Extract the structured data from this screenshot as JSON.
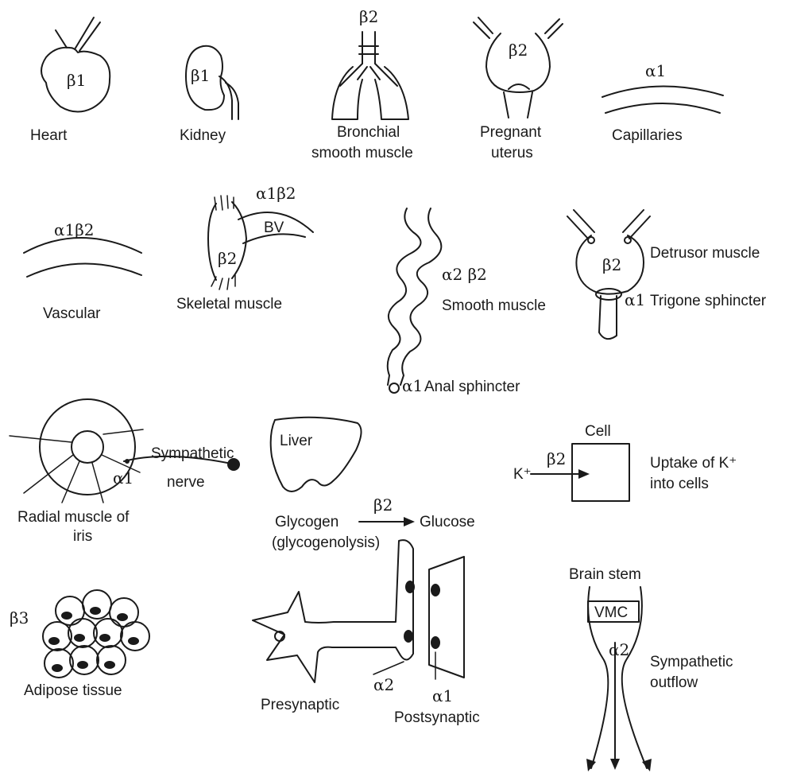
{
  "receptors": {
    "heart": "β1",
    "kidney": "β1",
    "bronchial": "β2",
    "uterus": "β2",
    "capillaries": "α1",
    "vascular": "α1β2",
    "skeletal_bv": "α1β2",
    "skeletal": "β2",
    "smooth": "α2 β2",
    "anal": "α1",
    "detrusor": "β2",
    "trigone": "α1",
    "iris": "α1",
    "liver": "β2",
    "k_uptake": "β2",
    "adipose": "β3",
    "presynaptic": "α2",
    "postsynaptic": "α1",
    "brain_stem": "α2"
  },
  "labels": {
    "heart": "Heart",
    "kidney": "Kidney",
    "bronchial_1": "Bronchial",
    "bronchial_2": "smooth muscle",
    "uterus_1": "Pregnant",
    "uterus_2": "uterus",
    "capillaries": "Capillaries",
    "vascular": "Vascular",
    "skeletal": "Skeletal muscle",
    "bv": "BV",
    "smooth": "Smooth muscle",
    "anal": "Anal sphincter",
    "detrusor": "Detrusor muscle",
    "trigone": "Trigone sphincter",
    "sympathetic": "Sympathetic",
    "nerve": "nerve",
    "iris_1": "Radial muscle of",
    "iris_2": "iris",
    "liver": "Liver",
    "glycogen": "Glycogen",
    "glucose": "Glucose",
    "glycogenolysis": "(glycogenolysis)",
    "cell": "Cell",
    "k_ion": "K⁺",
    "uptake_1": "Uptake of K⁺",
    "uptake_2": "into cells",
    "adipose": "Adipose tissue",
    "presynaptic": "Presynaptic",
    "postsynaptic": "Postsynaptic",
    "brain_stem": "Brain stem",
    "vmc": "VMC",
    "outflow_1": "Sympathetic",
    "outflow_2": "outflow"
  }
}
